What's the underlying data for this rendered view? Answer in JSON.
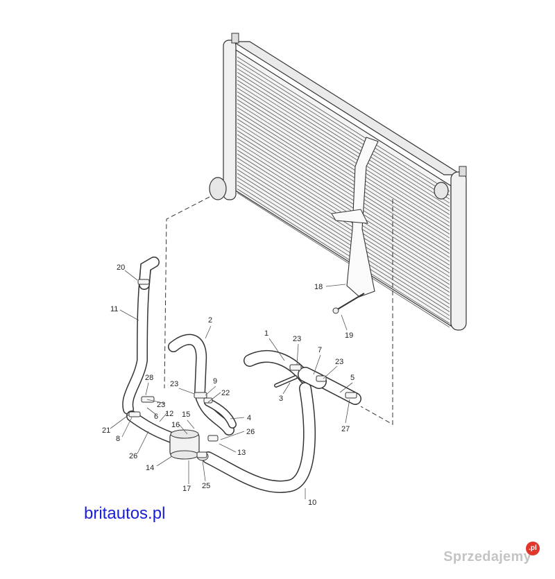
{
  "site_link": "britautos.pl",
  "watermark": {
    "brand": "Sprzedajemy",
    "badge": ".pl",
    "brand_color": "#c8c8c8",
    "badge_color": "#e0362c"
  },
  "link_color": "#1a20d8",
  "callouts": [
    {
      "id": "c1",
      "label": "1"
    },
    {
      "id": "c2",
      "label": "2"
    },
    {
      "id": "c3",
      "label": "3"
    },
    {
      "id": "c4",
      "label": "4"
    },
    {
      "id": "c5",
      "label": "5"
    },
    {
      "id": "c6",
      "label": "6"
    },
    {
      "id": "c7",
      "label": "7"
    },
    {
      "id": "c8",
      "label": "8"
    },
    {
      "id": "c9",
      "label": "9"
    },
    {
      "id": "c10",
      "label": "10"
    },
    {
      "id": "c11",
      "label": "11"
    },
    {
      "id": "c12",
      "label": "12"
    },
    {
      "id": "c13",
      "label": "13"
    },
    {
      "id": "c14",
      "label": "14"
    },
    {
      "id": "c15",
      "label": "15"
    },
    {
      "id": "c16",
      "label": "16"
    },
    {
      "id": "c17",
      "label": "17"
    },
    {
      "id": "c18",
      "label": "18"
    },
    {
      "id": "c19",
      "label": "19"
    },
    {
      "id": "c20",
      "label": "20"
    },
    {
      "id": "c21",
      "label": "21"
    },
    {
      "id": "c22",
      "label": "22"
    },
    {
      "id": "c23a",
      "label": "23"
    },
    {
      "id": "c23b",
      "label": "23"
    },
    {
      "id": "c23c",
      "label": "23"
    },
    {
      "id": "c23d",
      "label": "23"
    },
    {
      "id": "c25",
      "label": "25"
    },
    {
      "id": "c26a",
      "label": "26"
    },
    {
      "id": "c26b",
      "label": "26"
    },
    {
      "id": "c27",
      "label": "27"
    },
    {
      "id": "c28",
      "label": "28"
    }
  ]
}
